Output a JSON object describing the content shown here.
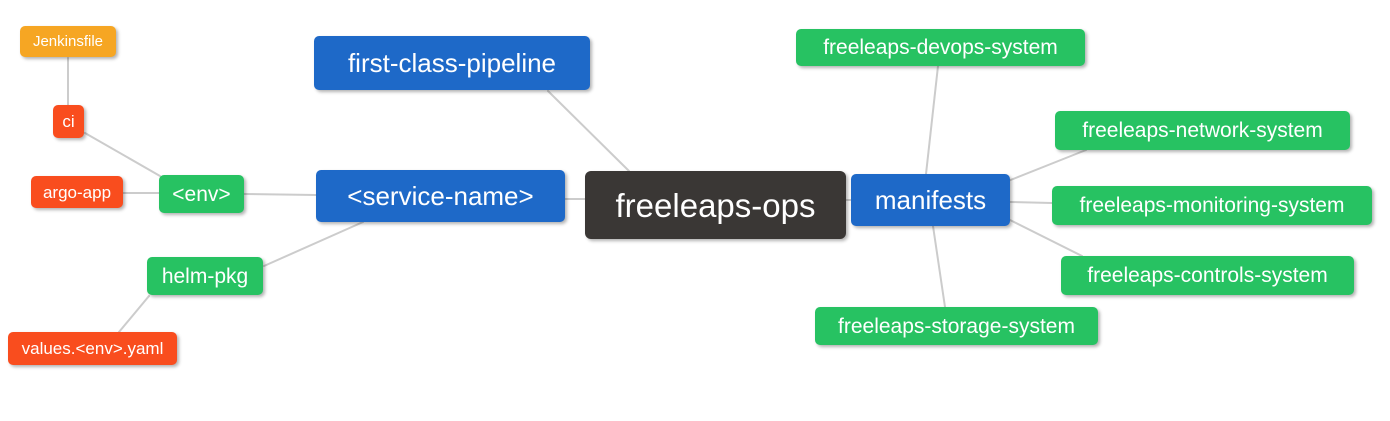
{
  "diagram": {
    "type": "mindmap",
    "background": "#ffffff",
    "edge_color": "#cccccc",
    "text_color": "#ffffff",
    "palette": {
      "root": "#3A3735",
      "level1": "#1E69C8",
      "level2": "#27C262",
      "level3": "#F94D1E",
      "level4": "#F6A623"
    },
    "nodes": [
      {
        "id": "freeleaps-ops",
        "label": "freeleaps-ops",
        "level": 0,
        "color": "#3A3735"
      },
      {
        "id": "first-class-pipeline",
        "label": "first-class-pipeline",
        "level": 1,
        "color": "#1E69C8"
      },
      {
        "id": "service-name",
        "label": "<service-name>",
        "level": 1,
        "color": "#1E69C8"
      },
      {
        "id": "manifests",
        "label": "manifests",
        "level": 1,
        "color": "#1E69C8"
      },
      {
        "id": "env",
        "label": "<env>",
        "level": 2,
        "color": "#27C262"
      },
      {
        "id": "helm-pkg",
        "label": "helm-pkg",
        "level": 2,
        "color": "#27C262"
      },
      {
        "id": "ci",
        "label": "ci",
        "level": 3,
        "color": "#F94D1E"
      },
      {
        "id": "argo-app",
        "label": "argo-app",
        "level": 3,
        "color": "#F94D1E"
      },
      {
        "id": "jenkinsfile",
        "label": "Jenkinsfile",
        "level": 4,
        "color": "#F6A623"
      },
      {
        "id": "values-env-yaml",
        "label": "values.<env>.yaml",
        "level": 3,
        "color": "#F94D1E"
      },
      {
        "id": "freeleaps-devops-system",
        "label": "freeleaps-devops-system",
        "level": 2,
        "color": "#27C262"
      },
      {
        "id": "freeleaps-network-system",
        "label": "freeleaps-network-system",
        "level": 2,
        "color": "#27C262"
      },
      {
        "id": "freeleaps-monitoring-system",
        "label": "freeleaps-monitoring-system",
        "level": 2,
        "color": "#27C262"
      },
      {
        "id": "freeleaps-controls-system",
        "label": "freeleaps-controls-system",
        "level": 2,
        "color": "#27C262"
      },
      {
        "id": "freeleaps-storage-system",
        "label": "freeleaps-storage-system",
        "level": 2,
        "color": "#27C262"
      }
    ],
    "edges": [
      {
        "from": "freeleaps-ops",
        "to": "first-class-pipeline"
      },
      {
        "from": "freeleaps-ops",
        "to": "service-name"
      },
      {
        "from": "freeleaps-ops",
        "to": "manifests"
      },
      {
        "from": "service-name",
        "to": "env"
      },
      {
        "from": "service-name",
        "to": "helm-pkg"
      },
      {
        "from": "env",
        "to": "ci"
      },
      {
        "from": "env",
        "to": "argo-app"
      },
      {
        "from": "ci",
        "to": "jenkinsfile"
      },
      {
        "from": "helm-pkg",
        "to": "values-env-yaml"
      },
      {
        "from": "manifests",
        "to": "freeleaps-devops-system"
      },
      {
        "from": "manifests",
        "to": "freeleaps-network-system"
      },
      {
        "from": "manifests",
        "to": "freeleaps-monitoring-system"
      },
      {
        "from": "manifests",
        "to": "freeleaps-controls-system"
      },
      {
        "from": "manifests",
        "to": "freeleaps-storage-system"
      }
    ]
  }
}
